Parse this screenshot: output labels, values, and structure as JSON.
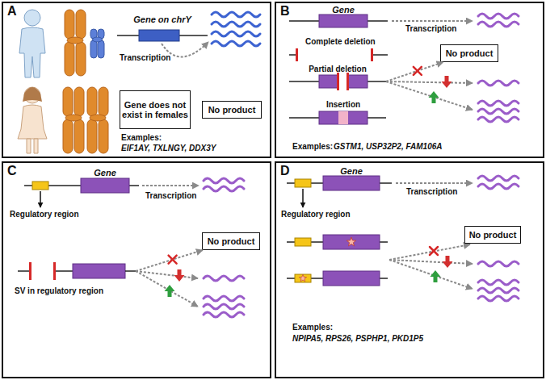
{
  "diagram": {
    "nodes": [
      {
        "text": [
          "A"
        ]
      },
      {
        "text": [
          "Gene on chrY"
        ],
        "in": 0
      },
      {
        "text": [
          "Gene does not exist in females"
        ],
        "in": 0
      },
      {
        "text": [
          "No product"
        ],
        "in": 0
      },
      {
        "text": [
          "B"
        ]
      },
      {
        "text": [
          "Gene"
        ],
        "in": 4
      },
      {
        "text": [
          "Partial deletion"
        ],
        "in": 4
      },
      {
        "text": [
          "Insertion"
        ],
        "in": 4
      },
      {
        "text": [
          "No product"
        ],
        "in": 4
      },
      {
        "text": [
          "C"
        ]
      },
      {
        "text": [
          "Gene"
        ],
        "in": 9
      },
      {
        "text": [
          "SV in regulatory region"
        ],
        "in": 9
      },
      {
        "text": [
          "No product"
        ],
        "in": 9
      },
      {
        "text": [
          "D"
        ]
      },
      {
        "text": [
          "Gene"
        ],
        "in": 13
      },
      {
        "text": [
          "No product"
        ],
        "in": 13
      }
    ],
    "edges": [
      {
        "from": 6,
        "to": 8,
        "arrow": "to"
      },
      {
        "from": 11,
        "to": 12,
        "arrow": "to"
      }
    ],
    "labels": [
      "Transcription",
      "Examples:",
      "EIF1AY, TXLNGY, DDX3Y",
      "Transcription",
      "Complete deletion",
      "Examples:",
      "GSTM1, USP32P2, FAM106A",
      "Regulatory region",
      "Transcription",
      "Regulatory region",
      "Transcription",
      "Examples:",
      "NPIPA5, RPS26, PSPHP1, PKD1P5"
    ]
  }
}
